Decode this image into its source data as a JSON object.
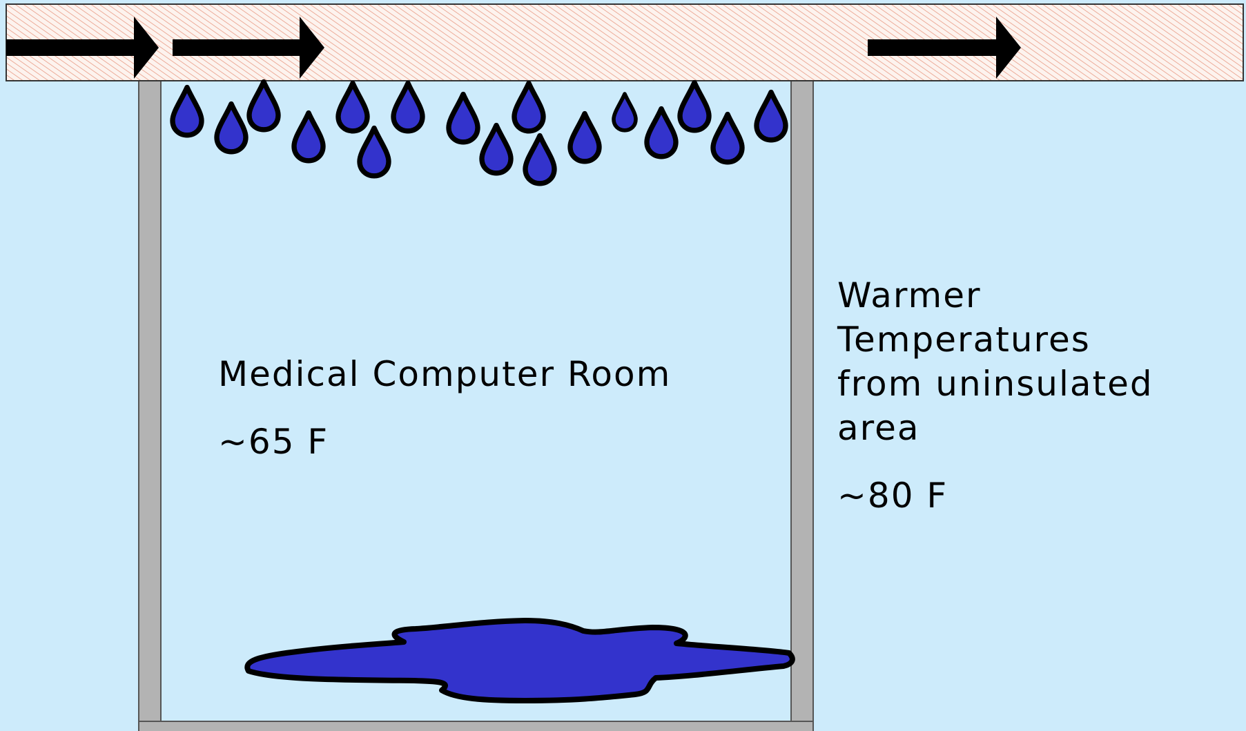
{
  "colors": {
    "background": "#cdebfb",
    "duct_fill": "#fdf3ee",
    "duct_hatch": "#e89a85",
    "wall": "#b3b3b3",
    "water": "#3333cc",
    "arrow": "#000000"
  },
  "labels": {
    "room_name": "Medical Computer Room",
    "room_temp": "~65 F",
    "outside_lines": [
      "Warmer",
      "Temperatures",
      "from uninsulated",
      "area"
    ],
    "outside_temp": "~80 F"
  },
  "icons": {
    "arrow": "right-arrow-icon",
    "drop": "water-drop-icon",
    "puddle": "water-puddle"
  }
}
